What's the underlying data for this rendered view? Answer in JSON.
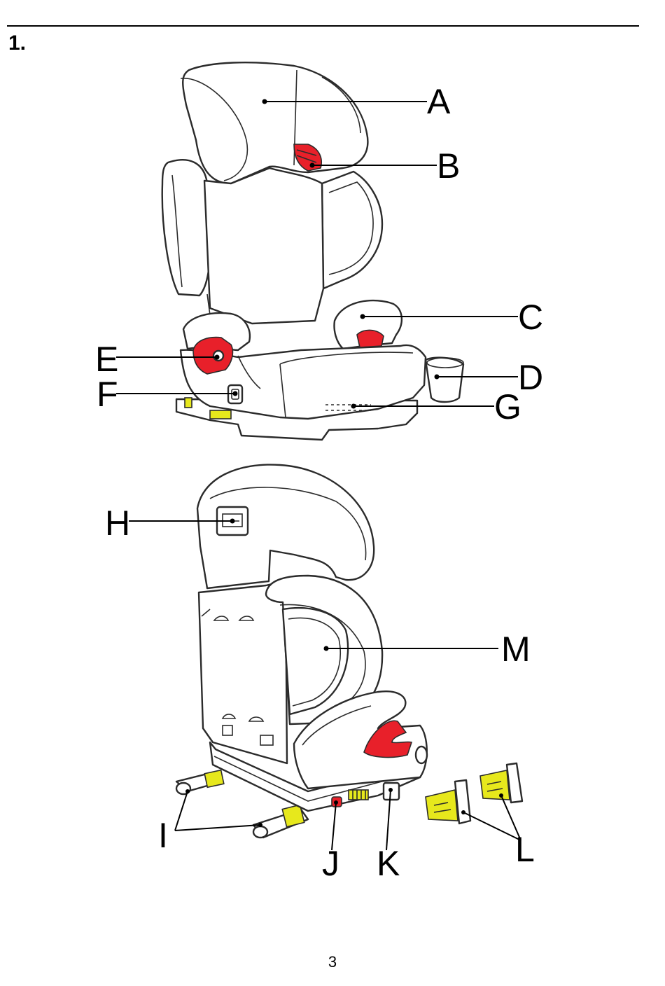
{
  "page": {
    "section_number": "1.",
    "page_number": "3"
  },
  "colors": {
    "line": "#2b2b2b",
    "highlight_red": "#e8202a",
    "highlight_yellow": "#e7e81c",
    "paper": "#ffffff"
  },
  "figure_top": {
    "labels": {
      "A": "A",
      "B": "B",
      "C": "C",
      "D": "D",
      "E": "E",
      "F": "F",
      "G": "G"
    }
  },
  "figure_bottom": {
    "labels": {
      "H": "H",
      "I": "I",
      "J": "J",
      "K": "K",
      "L": "L",
      "M": "M"
    }
  }
}
